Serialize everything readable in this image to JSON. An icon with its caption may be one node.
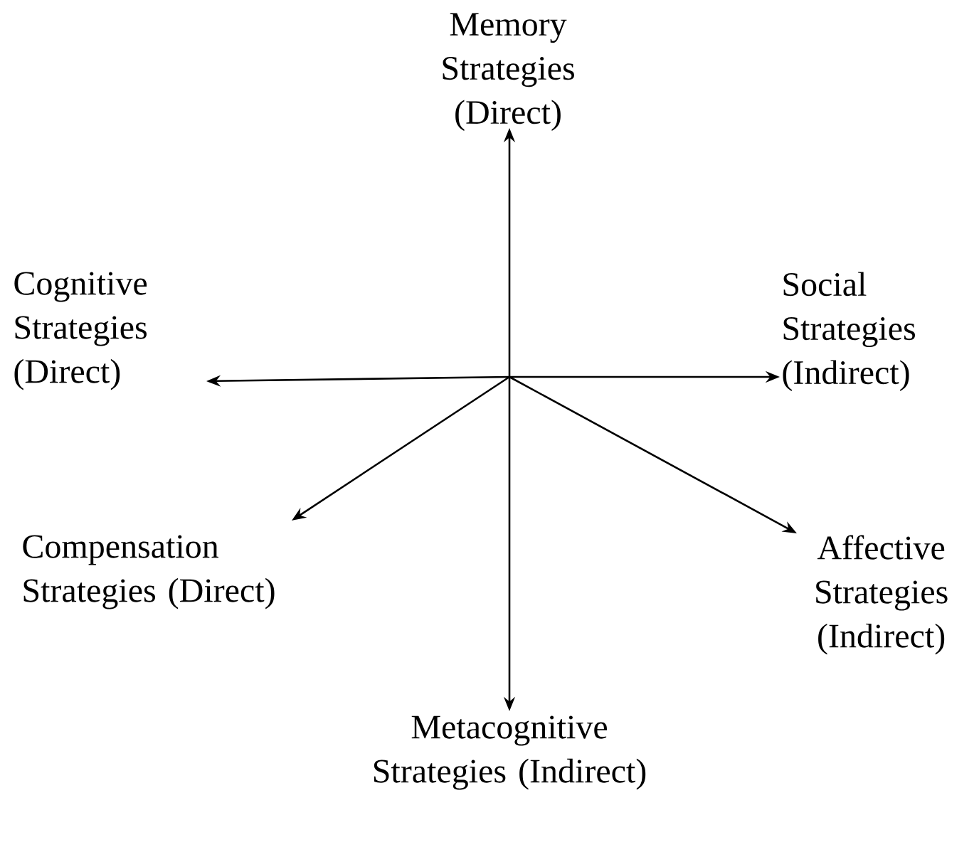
{
  "diagram": {
    "nodes": [
      {
        "text": [
          "Memory Strategies (Direct)"
        ]
      },
      {
        "text": [
          "Cognitive Strategies (Direct)"
        ]
      },
      {
        "text": [
          "Social Strategies (Indirect)"
        ]
      },
      {
        "text": [
          "Compensation Strategies (Direct)"
        ]
      },
      {
        "text": [
          "Affective Strategies (Indirect)"
        ]
      },
      {
        "text": [
          "Metacognitive Strategies (Indirect)"
        ]
      }
    ],
    "edges": [
      {
        "from": null,
        "to": 0,
        "arrow": "to"
      },
      {
        "from": null,
        "to": 1,
        "arrow": "to"
      },
      {
        "from": null,
        "to": 2,
        "arrow": "to"
      },
      {
        "from": null,
        "to": 3,
        "arrow": "to"
      },
      {
        "from": null,
        "to": 4,
        "arrow": "to"
      },
      {
        "from": null,
        "to": 5,
        "arrow": "to"
      }
    ]
  }
}
